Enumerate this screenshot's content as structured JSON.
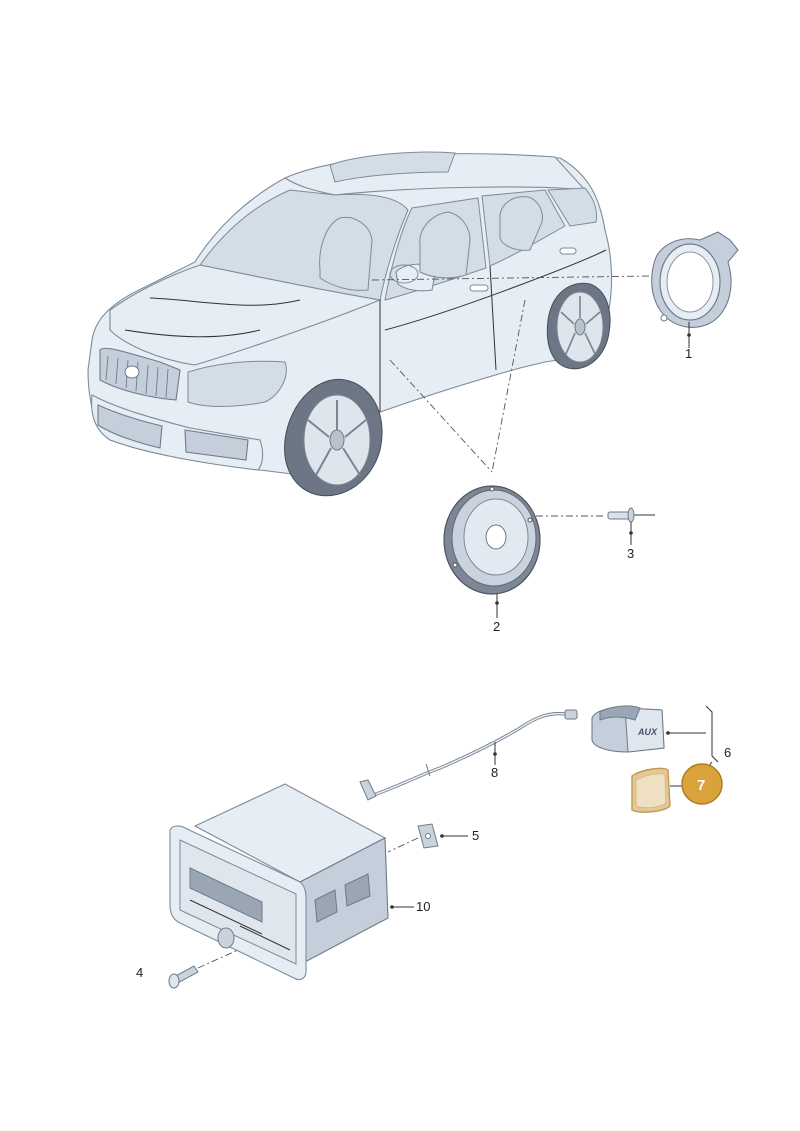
{
  "parts": [
    {
      "id": "part-1",
      "label": "1",
      "name": "speaker-ring"
    },
    {
      "id": "part-2",
      "label": "2",
      "name": "loudspeaker"
    },
    {
      "id": "part-3",
      "label": "3",
      "name": "rivet"
    },
    {
      "id": "part-4",
      "label": "4",
      "name": "screw"
    },
    {
      "id": "part-5",
      "label": "5",
      "name": "clip-nut"
    },
    {
      "id": "part-6",
      "label": "6",
      "name": "aux-socket-assembly"
    },
    {
      "id": "part-7",
      "label": "7",
      "name": "cover-plate",
      "highlighted": true
    },
    {
      "id": "part-8",
      "label": "8",
      "name": "cable"
    },
    {
      "id": "part-10",
      "label": "10",
      "name": "radio-unit"
    }
  ],
  "aux_socket": {
    "label": "AUX"
  },
  "colors": {
    "highlight_badge": "#d9a23a",
    "highlight_badge_border": "#b07c1e",
    "highlight_part": "#e2c79a",
    "line_art": "#7f8b99"
  }
}
